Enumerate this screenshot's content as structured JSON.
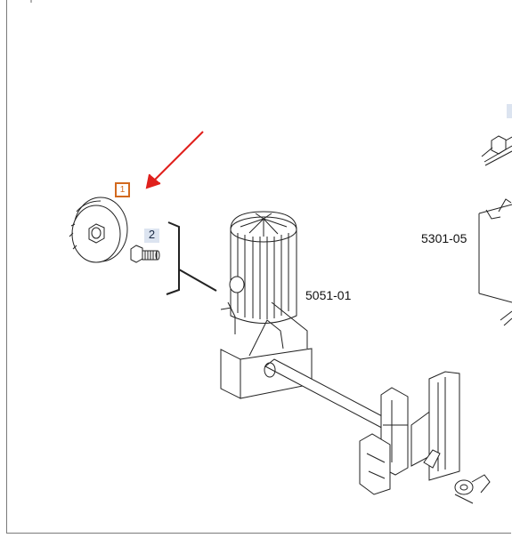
{
  "callouts": [
    {
      "id": "1",
      "selected": true
    },
    {
      "id": "2",
      "selected": false
    },
    {
      "id": "",
      "selected": false
    }
  ],
  "references": {
    "ref_left": "5051-01",
    "ref_right": "5301-05"
  },
  "colors": {
    "arrow": "#e0201c",
    "selected_border": "#d2691e",
    "callout_bg": "#dce4f0",
    "line": "#222222"
  }
}
